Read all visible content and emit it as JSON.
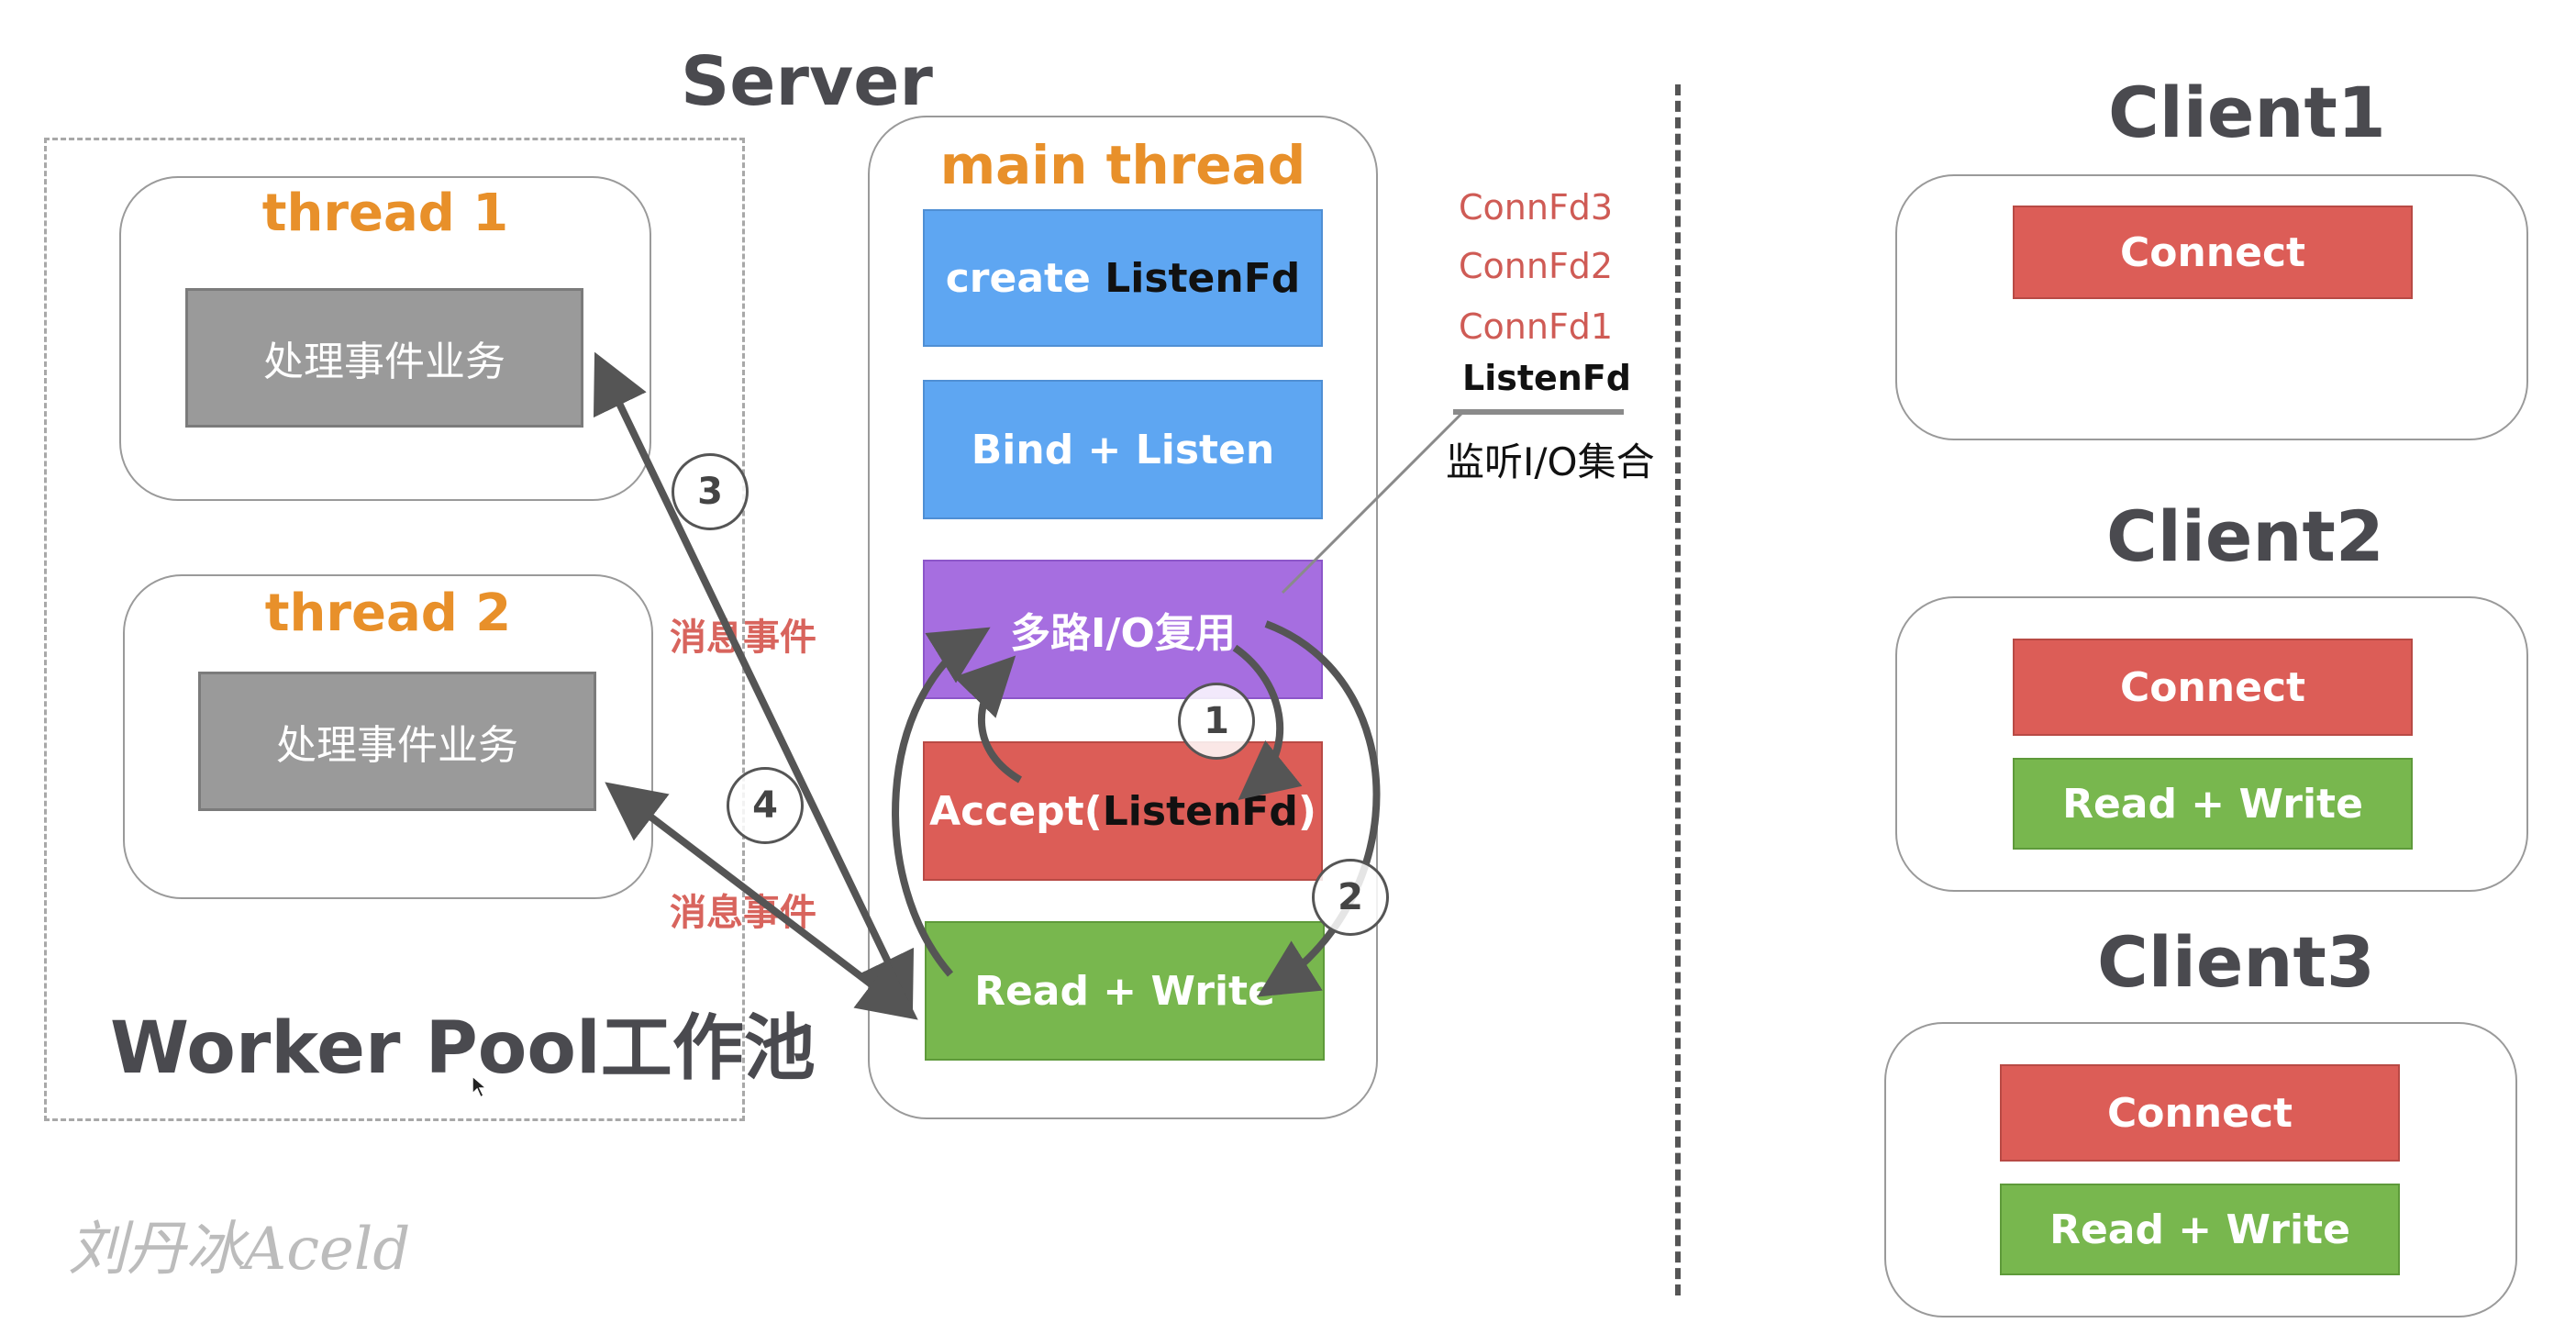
{
  "server": {
    "title": "Server",
    "main_thread": {
      "title": "main thread",
      "create_prefix": "create ",
      "create_fd": "ListenFd",
      "bind_listen": "Bind + Listen",
      "multiplex": "多路I/O复用",
      "accept_prefix": "Accept(",
      "accept_fd": "ListenFd",
      "accept_suffix": ")",
      "read_write": "Read + Write"
    }
  },
  "fd_set": {
    "items": [
      "ConnFd3",
      "ConnFd2",
      "ConnFd1"
    ],
    "listen_fd": "ListenFd",
    "label": "监听I/O集合"
  },
  "worker_pool": {
    "label": "Worker Pool工作池",
    "thread1": {
      "title": "thread 1",
      "task": "处理事件业务"
    },
    "thread2": {
      "title": "thread 2",
      "task": "处理事件业务"
    },
    "message_event_1": "消息事件",
    "message_event_2": "消息事件"
  },
  "steps": [
    "1",
    "2",
    "3",
    "4"
  ],
  "clients": [
    {
      "title": "Client1",
      "connect": "Connect"
    },
    {
      "title": "Client2",
      "connect": "Connect",
      "read_write": "Read + Write"
    },
    {
      "title": "Client3",
      "connect": "Connect",
      "read_write": "Read + Write"
    }
  ],
  "watermark": "刘丹冰Aceld",
  "colors": {
    "blue": "#5ea6f2",
    "purple": "#a66ee0",
    "red": "#dc5d57",
    "green": "#78b74e",
    "orange": "#e8902a",
    "gray": "#9a9a9a"
  }
}
